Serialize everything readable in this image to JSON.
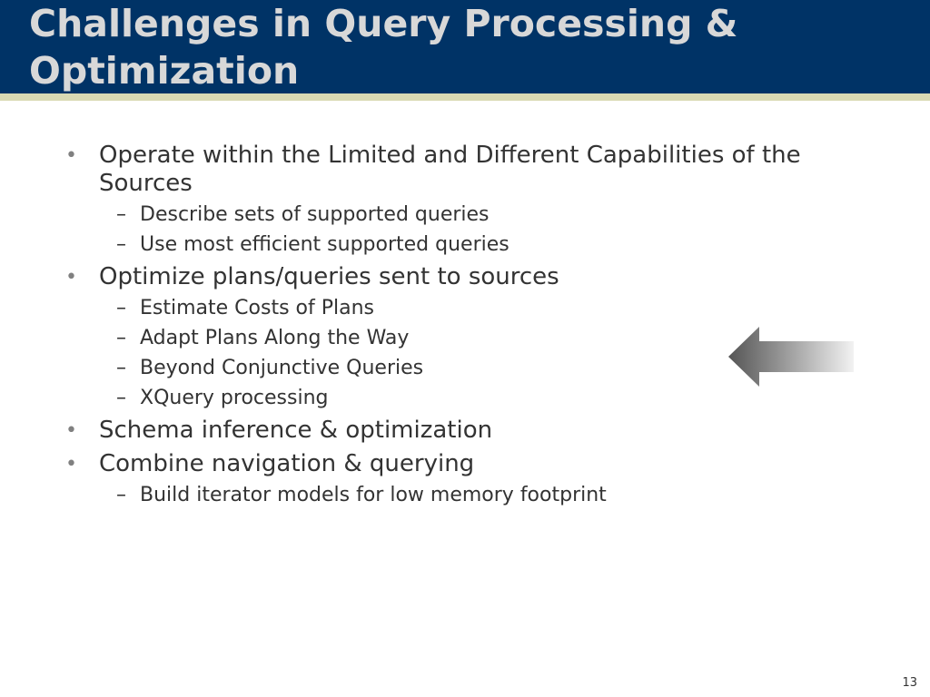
{
  "slide": {
    "title": "Challenges in Query Processing & Optimization",
    "page_number": "13",
    "colors": {
      "title_bar": "#003366",
      "title_stripe": "#d9d9b3",
      "title_text": "#d8d8d8",
      "body_text": "#333333"
    },
    "bullets": [
      {
        "text": "Operate within the Limited and Different Capabilities of the Sources",
        "sub": [
          "Describe sets of supported queries",
          "Use most efficient supported queries"
        ]
      },
      {
        "text": "Optimize plans/queries sent to sources",
        "sub": [
          "Estimate Costs of Plans",
          "Adapt Plans Along the Way",
          "Beyond Conjunctive Queries",
          "XQuery processing"
        ]
      },
      {
        "text": "Schema inference & optimization",
        "sub": []
      },
      {
        "text": "Combine navigation & querying",
        "sub": [
          "Build iterator models for low memory footprint"
        ]
      }
    ],
    "arrow_icon": "left-arrow-icon"
  }
}
